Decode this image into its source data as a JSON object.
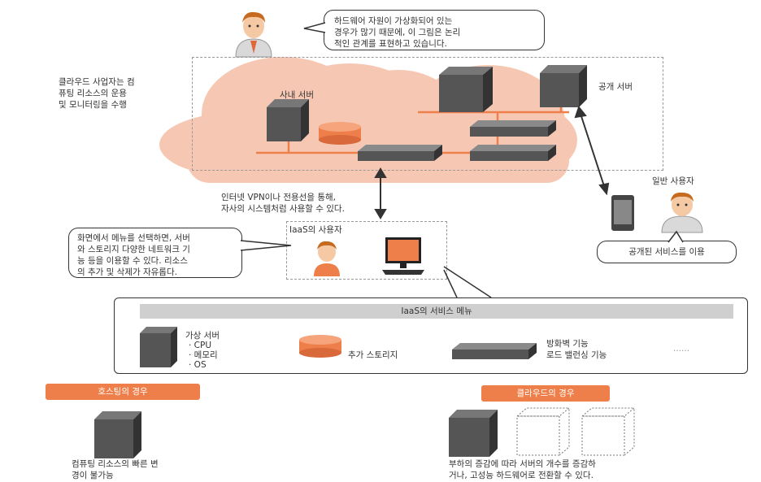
{
  "top_bubble": "하드웨어 자원이 가상화되어 있는\n경우가 많기 때문에, 이 그림은 논리\n적인 관계를 표현하고 있습니다.",
  "provider_note": "클라우드 사업자는 컴\n퓨팅 리소스의 운용\n및 모니터링을 수행",
  "private_server_label": "사내 서버",
  "public_server_label": "공개 서버",
  "general_user_label": "일반 사용자",
  "network_note": "인터넷 VPN이나 전용선을 통해,\n자사의 시스템처럼 사용할 수 있다.",
  "iaas_user_label": "IaaS의 사용자",
  "menu_bubble": "화면에서 메뉴를 선택하면, 서버\n와 스토리지 다양한 네트워크 기\n능 등을 이용할 수 있다. 리소스\n의 추가 및 삭제가 자유롭다.",
  "public_service_bubble": "공개된 서비스를 이용",
  "service_menu": {
    "title": "IaaS의 서비스 메뉴",
    "virtual_server_title": "가상 서버",
    "virtual_server_items": [
      "· CPU",
      "· 메모리",
      "· OS"
    ],
    "extra_storage": "추가 스토리지",
    "network_functions": "방화벽 기능\n로드 밸런싱 기능",
    "more": "......"
  },
  "hosting": {
    "tag": "호스팅의 경우",
    "caption": "컴퓨팅 리소스의 빠른 변\n경이 불가능"
  },
  "cloud_case": {
    "tag": "클라우드의 경우",
    "caption": "부하의 증감에 따라 서버의 개수를 증감하\n거나, 고성능 하드웨어로 전환할 수 있다."
  },
  "colors": {
    "accent": "#ef7f4a",
    "cloud": "#f6c8b3",
    "server": "#555555"
  }
}
